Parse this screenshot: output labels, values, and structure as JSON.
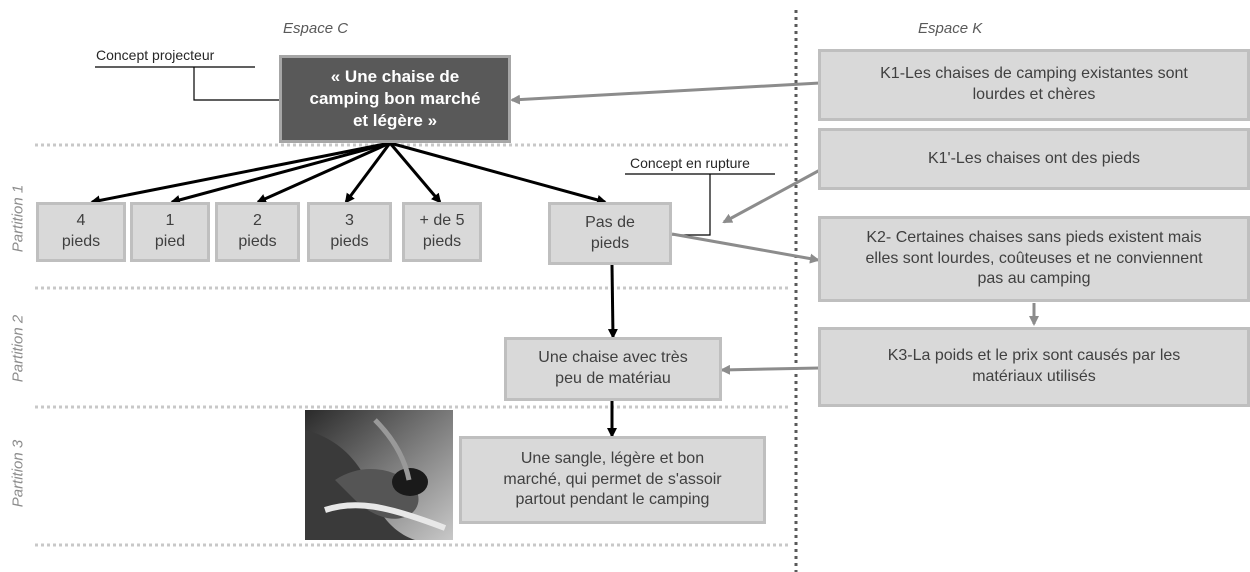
{
  "spaces": {
    "c": "Espace C",
    "k": "Espace K"
  },
  "partitions": [
    "Partition 1",
    "Partition 2",
    "Partition 3"
  ],
  "callouts": {
    "projector": "Concept projecteur",
    "rupture": "Concept en rupture"
  },
  "root": "« Une chaise de\ncamping bon marché\net légère »",
  "partition1": [
    "4\npieds",
    "1\npied",
    "2\npieds",
    "3\npieds",
    "+ de 5\npieds",
    "Pas de\npieds"
  ],
  "partition2": "Une chaise avec très\npeu de matériau",
  "partition3": "Une sangle, légère et bon\nmarché, qui permet de s'assoir\npartout pendant le camping",
  "knowledge": {
    "k1": "K1-Les chaises de camping existantes sont\nlourdes et chères",
    "k1p": "K1'-Les chaises ont des pieds",
    "k2": "K2- Certaines chaises sans pieds existent mais\nelles sont lourdes, coûteuses et ne conviennent\npas au camping",
    "k3": "K3-La poids et le prix sont causés par les\nmatériaux utilisés"
  },
  "colors": {
    "box_fill": "#d9d9d9",
    "box_border": "#bfbfbf",
    "root_fill": "#595959",
    "arrow_dark": "#000000",
    "arrow_grey": "#8c8c8c"
  },
  "photo_icon": "strap-photo"
}
